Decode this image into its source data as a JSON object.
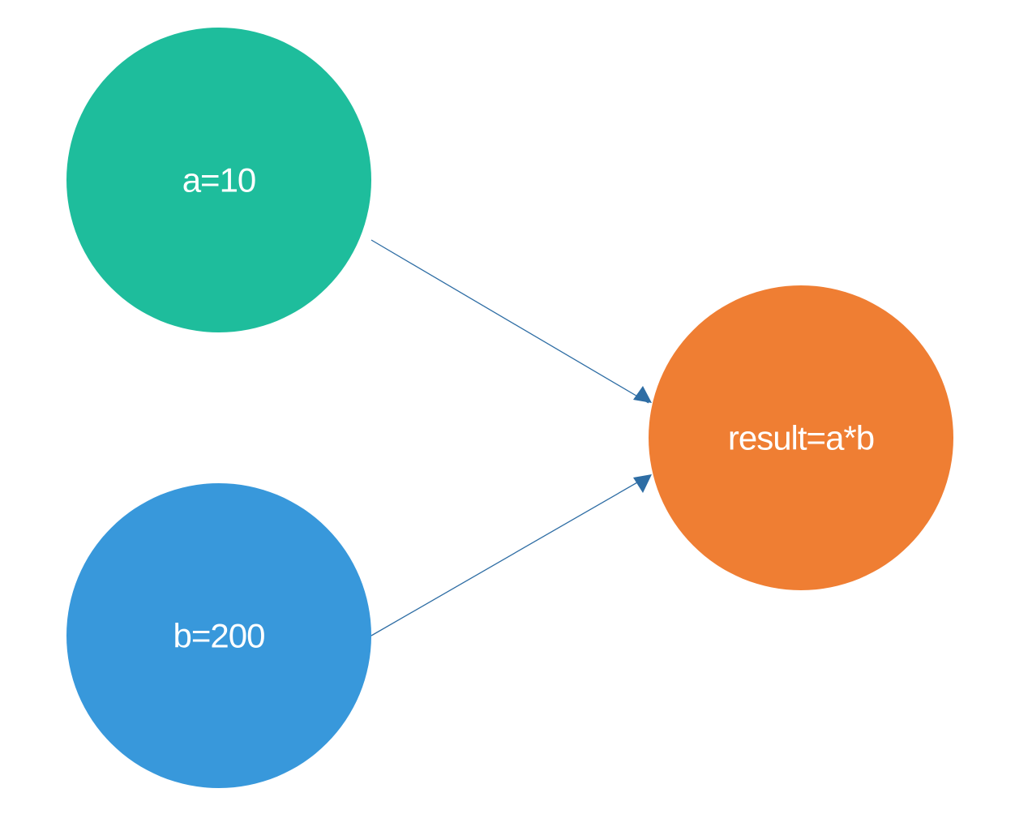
{
  "nodes": {
    "a": {
      "label": "a=10",
      "color": "#1EBD9C"
    },
    "b": {
      "label": "b=200",
      "color": "#3898DB"
    },
    "result": {
      "label": "result=a*b",
      "color": "#EF7E33"
    }
  },
  "edges": [
    {
      "from": "a",
      "to": "result"
    },
    {
      "from": "b",
      "to": "result"
    }
  ],
  "edge_color": "#2E6DA4"
}
